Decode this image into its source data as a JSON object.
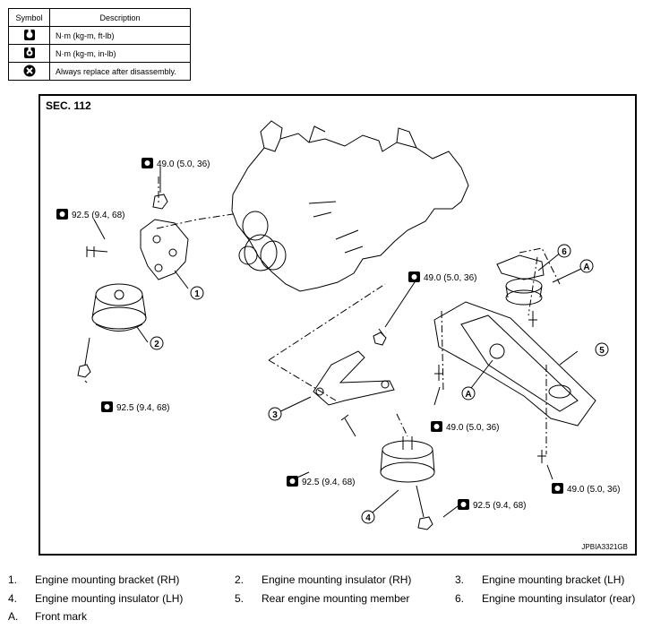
{
  "symbol_table": {
    "header_symbol": "Symbol",
    "header_description": "Description",
    "rows": [
      {
        "icon": "torque-wrench-icon",
        "description": "N·m (kg-m, ft-lb)"
      },
      {
        "icon": "torque-wrench-inlb-icon",
        "description": "N·m (kg-m, in-lb)"
      },
      {
        "icon": "always-replace-icon",
        "description": "Always replace after disassembly."
      }
    ]
  },
  "diagram": {
    "section": "SEC. 112",
    "figure_id": "JPBIA3321GB",
    "torques": [
      "49.0 (5.0, 36)",
      "92.5 (9.4, 68)",
      "92.5 (9.4, 68)",
      "49.0 (5.0, 36)",
      "92.5 (9.4, 68)",
      "49.0 (5.0, 36)",
      "92.5 (9.4, 68)",
      "49.0 (5.0, 36)"
    ],
    "callouts": [
      "1",
      "2",
      "3",
      "4",
      "5",
      "6",
      "A",
      "A"
    ]
  },
  "legend": [
    {
      "num": "1.",
      "label": "Engine mounting bracket (RH)"
    },
    {
      "num": "2.",
      "label": "Engine mounting insulator (RH)"
    },
    {
      "num": "3.",
      "label": "Engine mounting bracket (LH)"
    },
    {
      "num": "4.",
      "label": "Engine mounting insulator (LH)"
    },
    {
      "num": "5.",
      "label": "Rear engine mounting member"
    },
    {
      "num": "6.",
      "label": "Engine mounting insulator (rear)"
    },
    {
      "num": "A.",
      "label": "Front mark"
    }
  ]
}
